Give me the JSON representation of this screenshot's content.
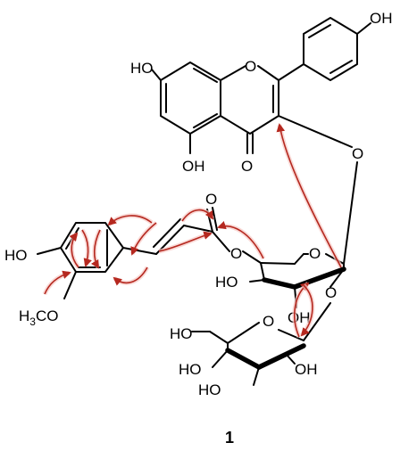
{
  "colors": {
    "bond": "#000000",
    "hmbc_arrow": "#b5281f",
    "arrow_halo": "#f6c9c4",
    "background": "#ffffff"
  },
  "labels": {
    "ho_7": "HO",
    "ho_4p": "OH",
    "ho_5": "OH",
    "carbonyl_o": "O",
    "ring_o": "O",
    "glycosidic_o": "O",
    "ester_o_carbonyl": "O",
    "ester_o_link": "O",
    "glc1_ring_o": "O",
    "glc1_o2": "O",
    "glc1_ho_4": "HO",
    "glc1_oh_3": "OH",
    "glc2_ho_6": "HO",
    "glc2_ring_o": "O",
    "glc2_ho_4": "HO",
    "glc2_oh_2": "OH",
    "glc2_ho_3": "HO",
    "feruloyl_ho": "HO",
    "methoxy_h": "H",
    "methoxy_sub": "3",
    "methoxy_co": "CO"
  },
  "compound_number": "1"
}
